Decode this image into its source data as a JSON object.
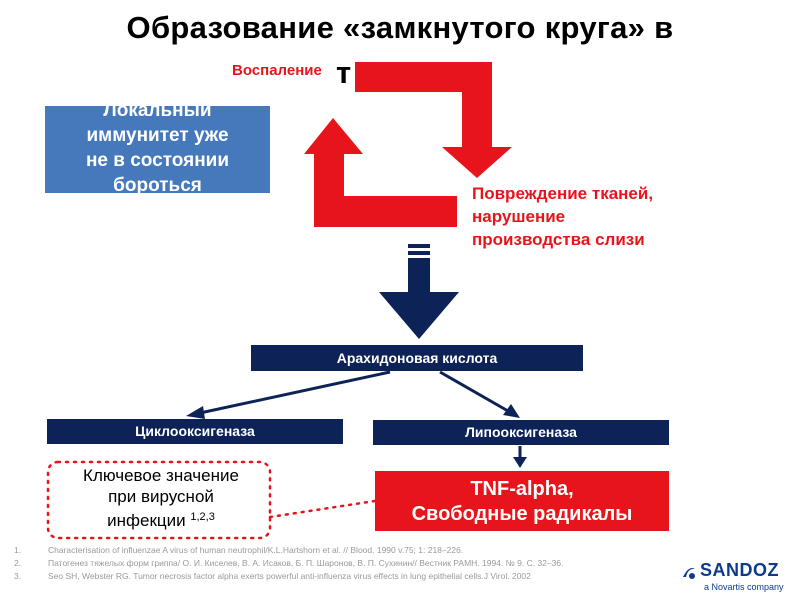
{
  "title": "Образование «замкнутого круга» в",
  "title_overflow": "т",
  "loop": {
    "inflammation": "Воспаление",
    "immunity_lines": [
      "Локальный",
      "иммунитет уже",
      "не в состоянии",
      "бороться"
    ],
    "damage_lines": [
      "Повреждение тканей,",
      "нарушение",
      "производства слизи"
    ]
  },
  "cascade": {
    "arachidonic_acid": "Арахидоновая кислота",
    "cyclooxygenase": "Циклооксигеназа",
    "lipoxygenase": "Липооксигеназа",
    "tnf_lines": [
      "TNF-alpha,",
      "Свободные радикалы"
    ]
  },
  "key_note": {
    "lines": [
      "Ключевое значение",
      "при вирусной",
      "инфекции"
    ],
    "refs": "1,2,3"
  },
  "references": [
    {
      "num": "1.",
      "text": "Characterisation of influenzae A virus of human neutrophil/K.L.Hartshorn et al. // Blood. 1990 v.75; 1: 218–226."
    },
    {
      "num": "2.",
      "text": "Патогенез тяжелых форм гриппа/ О. И. Киселев, В. А. Исаков, Б. П. Шаронов, В. П. Сухинин// Вестник РАМН. 1994. № 9. С. 32–36."
    },
    {
      "num": "3.",
      "text": "Seo SH, Webster RG. Tumor necrosis factor alpha exerts powerful anti-influenza virus effects in lung epithelial cells.J Virol. 2002"
    }
  ],
  "logo": {
    "brand": "SANDOZ",
    "tagline": "a Novartis company"
  },
  "colors": {
    "red": "#e8141b",
    "navy": "#0d2257",
    "blue_box": "#4579bb",
    "logo_blue": "#0d3a8a"
  }
}
